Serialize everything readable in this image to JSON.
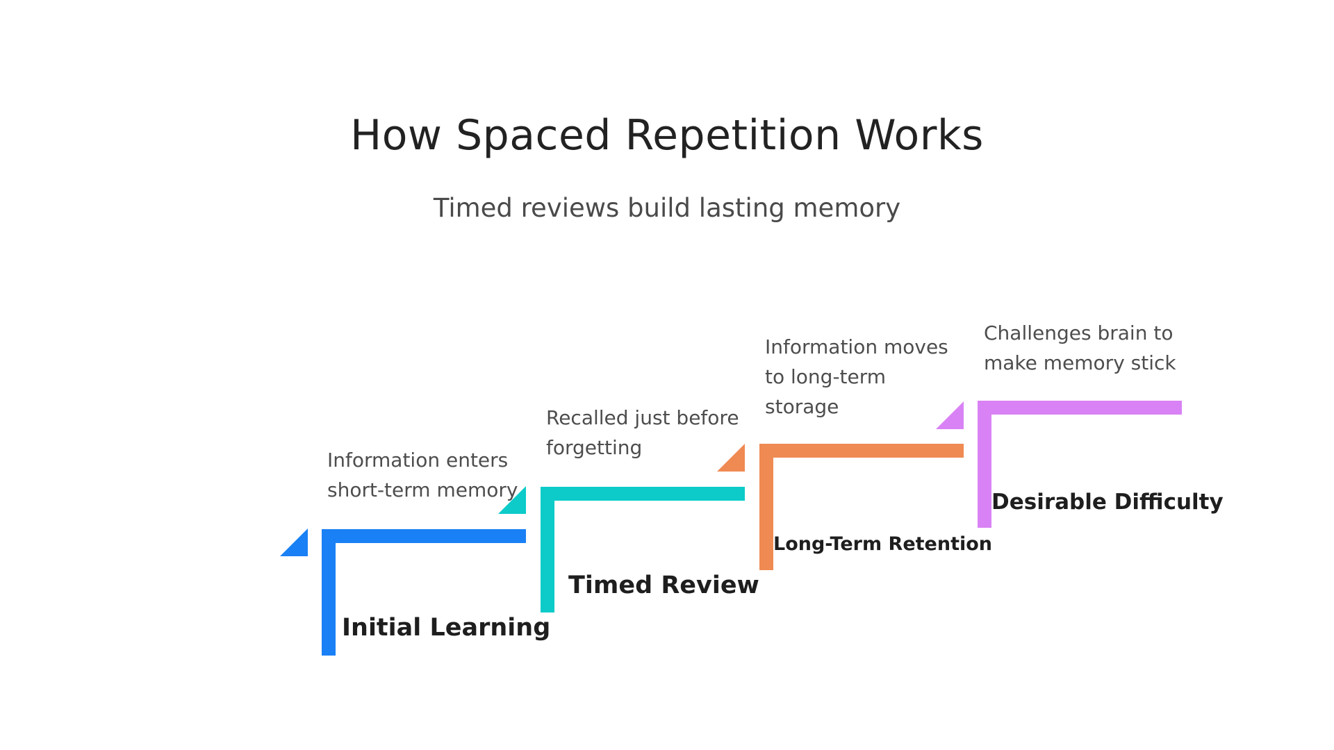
{
  "title": "How Spaced Repetition Works",
  "subtitle": "Timed reviews build lasting memory",
  "steps": [
    {
      "label": "Initial Learning",
      "description": [
        "Information enters",
        "short-term memory"
      ],
      "color": "#1a80f5"
    },
    {
      "label": "Timed Review",
      "description": [
        "Recalled just before",
        "forgetting"
      ],
      "color": "#0ccbc9"
    },
    {
      "label": "Long-Term Retention",
      "description": [
        "Information moves",
        "to long-term",
        "storage"
      ],
      "color": "#ef8a52"
    },
    {
      "label": "Desirable Difficulty",
      "description": [
        "Challenges brain to",
        "make memory stick"
      ],
      "color": "#d982f5"
    }
  ]
}
